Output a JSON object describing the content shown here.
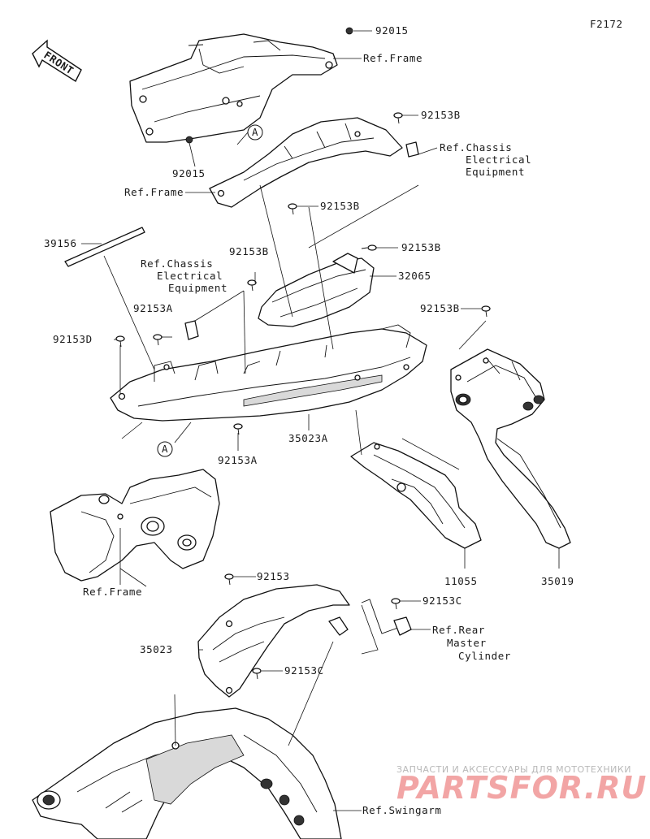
{
  "figure_code": "F2172",
  "front_arrow": "FRONT",
  "callout_a": "A",
  "labels": {
    "p92015_top": "92015",
    "ref_frame_top": "Ref.Frame",
    "p92015_left": "92015",
    "ref_frame_mid": "Ref.Frame",
    "p92153B_1": "92153B",
    "ref_chassis_right_1": "Ref.Chassis",
    "ref_chassis_right_2": "Electrical",
    "ref_chassis_right_3": "Equipment",
    "p92153B_2": "92153B",
    "p39156": "39156",
    "p92153B_3": "92153B",
    "p92153B_4": "92153B",
    "ref_chassis_left_1": "Ref.Chassis",
    "ref_chassis_left_2": "Electrical",
    "ref_chassis_left_3": "Equipment",
    "p32065": "32065",
    "p92153A_1": "92153A",
    "p92153B_5": "92153B",
    "p92153D": "92153D",
    "p35023A": "35023A",
    "p92153A_2": "92153A",
    "ref_frame_bottom": "Ref.Frame",
    "p11055": "11055",
    "p35019": "35019",
    "p92153": "92153",
    "p92153C_1": "92153C",
    "ref_rear_1": "Ref.Rear",
    "ref_rear_2": "Master",
    "ref_rear_3": "Cylinder",
    "p35023": "35023",
    "p92153C_2": "92153C",
    "ref_swingarm": "Ref.Swingarm"
  },
  "watermark": {
    "line1": "ЗАПЧАСТИ И АКСЕССУАРЫ ДЛЯ МОТОТЕХНИКИ",
    "line2": "PARTSFOR.RU"
  }
}
